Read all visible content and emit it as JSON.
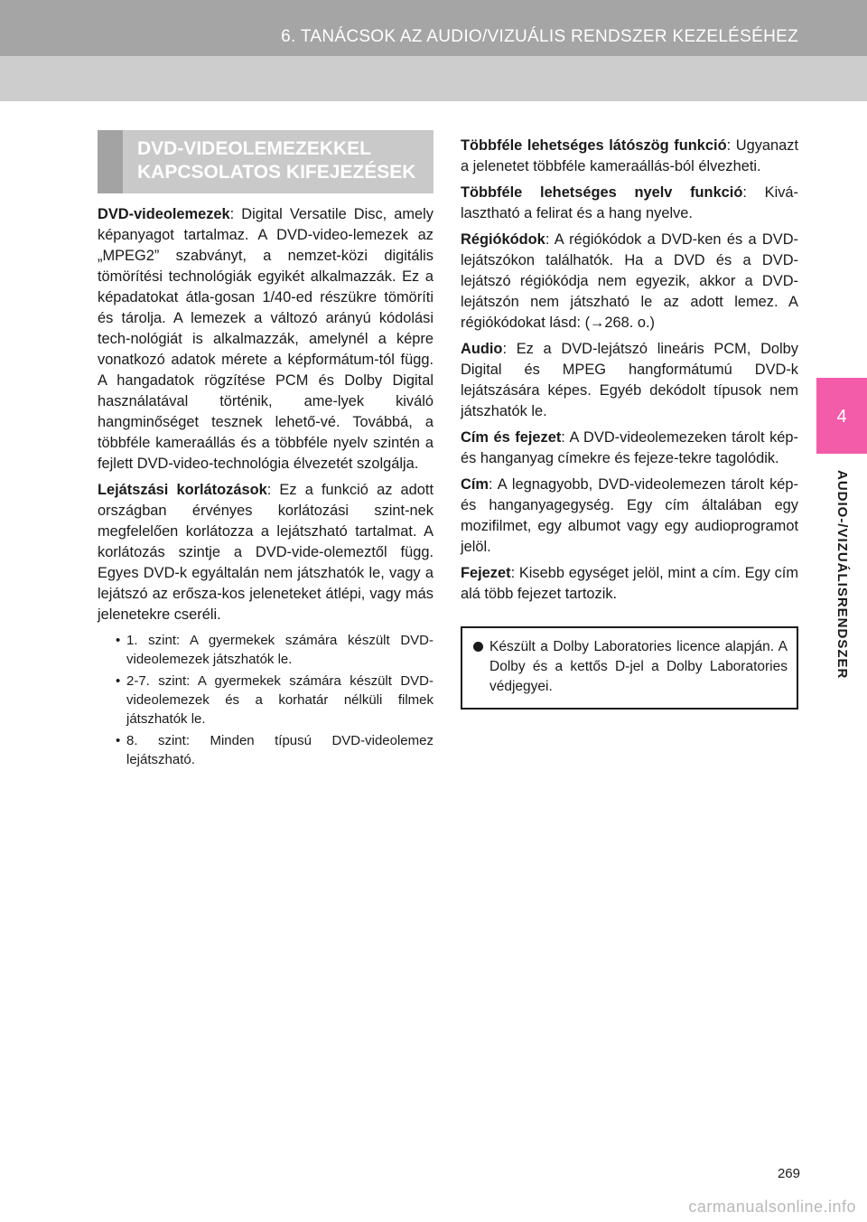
{
  "header": {
    "title": "6. TANÁCSOK AZ AUDIO/VIZUÁLIS RENDSZER KEZELÉSÉHEZ"
  },
  "side_tab": {
    "number": "4",
    "label": "AUDIO-/VIZUÁLISRENDSZER"
  },
  "section": {
    "title": "DVD-VIDEOLEMEZEKKEL KAPCSOLATOS KIFEJEZÉSEK"
  },
  "left_paragraphs": [
    {
      "term": "DVD-videolemezek",
      "text": ": Digital Versatile Disc, amely képanyagot tartalmaz. A DVD-video-lemezek az „MPEG2” szabványt, a nemzet-közi digitális tömörítési technológiák egyikét alkalmazzák. Ez a képadatokat átla-gosan 1/40-ed részükre tömöríti és tárolja. A lemezek a változó arányú kódolási tech-nológiát is alkalmazzák, amelynél a képre vonatkozó adatok mérete a képformátum-tól függ. A hangadatok rögzítése PCM és Dolby Digital használatával történik, ame-lyek kiváló hangminőséget tesznek lehető-vé. Továbbá, a többféle kameraállás és a többféle nyelv szintén a fejlett DVD-video-technológia élvezetét szolgálja."
    },
    {
      "term": "Lejátszási korlátozások",
      "text": ": Ez a funkció az adott országban érvényes korlátozási szint-nek megfelelően korlátozza a lejátszható tartalmat. A korlátozás szintje a DVD-vide-olemeztől függ. Egyes DVD-k egyáltalán nem játszhatók le, vagy a lejátszó az erősza-kos jeleneteket átlépi, vagy más jelenetekre cseréli."
    }
  ],
  "restriction_levels": [
    "1. szint: A gyermekek számára készült DVD-videolemezek játszhatók le.",
    "2-7. szint: A gyermekek számára készült DVD-videolemezek és a korhatár nélküli filmek játszhatók le.",
    "8. szint: Minden típusú DVD-videolemez lejátszható."
  ],
  "right_paragraphs": [
    {
      "term": "Többféle lehetséges látószög funkció",
      "text": ": Ugyanazt a jelenetet többféle kameraállás-ból élvezheti."
    },
    {
      "term": "Többféle lehetséges nyelv funkció",
      "text": ": Kivá-lasztható a felirat és a hang nyelve."
    },
    {
      "term": "Régiókódok",
      "text": ": A régiókódok a DVD-ken és a DVD-lejátszókon találhatók. Ha a DVD és a DVD-lejátszó régiókódja nem egyezik, akkor a DVD-lejátszón nem játszható le az adott lemez. A régiókódokat lásd: (→268. o.)"
    },
    {
      "term": "Audio",
      "text": ": Ez a DVD-lejátszó lineáris PCM, Dolby Digital és MPEG hangformátumú DVD-k lejátszására képes. Egyéb dekódolt típusok nem játszhatók le."
    },
    {
      "term": "Cím és fejezet",
      "text": ": A DVD-videolemezeken tárolt kép- és hanganyag címekre és fejeze-tekre tagolódik."
    },
    {
      "term": "Cím",
      "text": ": A legnagyobb, DVD-videolemezen tárolt kép- és hanganyagegység. Egy cím általában egy mozifilmet, egy albumot vagy egy audioprogramot jelöl."
    },
    {
      "term": "Fejezet",
      "text": ": Kisebb egységet jelöl, mint a cím. Egy cím alá több fejezet tartozik."
    }
  ],
  "note": {
    "text": "Készült a Dolby Laboratories licence alapján. A Dolby és a kettős D-jel a Dolby Laboratories védjegyei."
  },
  "page_number": "269",
  "watermark": "carmanualsonline.info"
}
